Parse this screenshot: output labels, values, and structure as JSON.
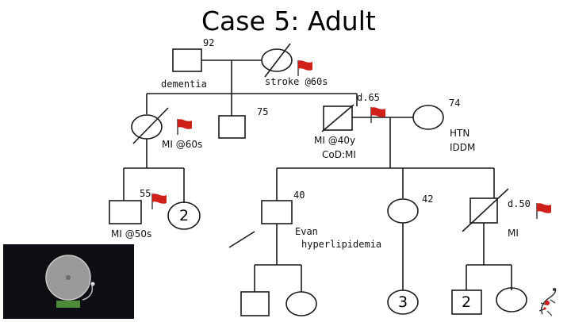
{
  "title": "Case 5: Adult",
  "labels": {
    "age_92": "92",
    "dementia": "dementia",
    "stroke": "stroke @60s",
    "age_75": "75",
    "d65": "d.65",
    "age_74": "74",
    "mi60s": "MI @60s",
    "mi40y": "MI @40y",
    "codmi": "CoD:MI",
    "htn": "HTN",
    "iddm": "IDDM",
    "age_55": "55",
    "mi50s": "MI @50s",
    "age_40": "40",
    "evan": "Evan",
    "hyperlipidemia": "hyperlipidemia",
    "age_42": "42",
    "d50": "d.50",
    "mi": "MI"
  },
  "counts": {
    "sibs_gen3": "2",
    "children_sister": "3",
    "children_brother": "2"
  },
  "colors": {
    "flag": "#d0201a",
    "line": "#1a1a1a",
    "video_bg": "#0d0d14",
    "bell": "#9a9a9a",
    "bell_base": "#4f8a3a"
  },
  "icons": {
    "flag": "red-flag-icon",
    "bell": "alarm-bell-icon",
    "logo": "gecko-logo-icon"
  }
}
